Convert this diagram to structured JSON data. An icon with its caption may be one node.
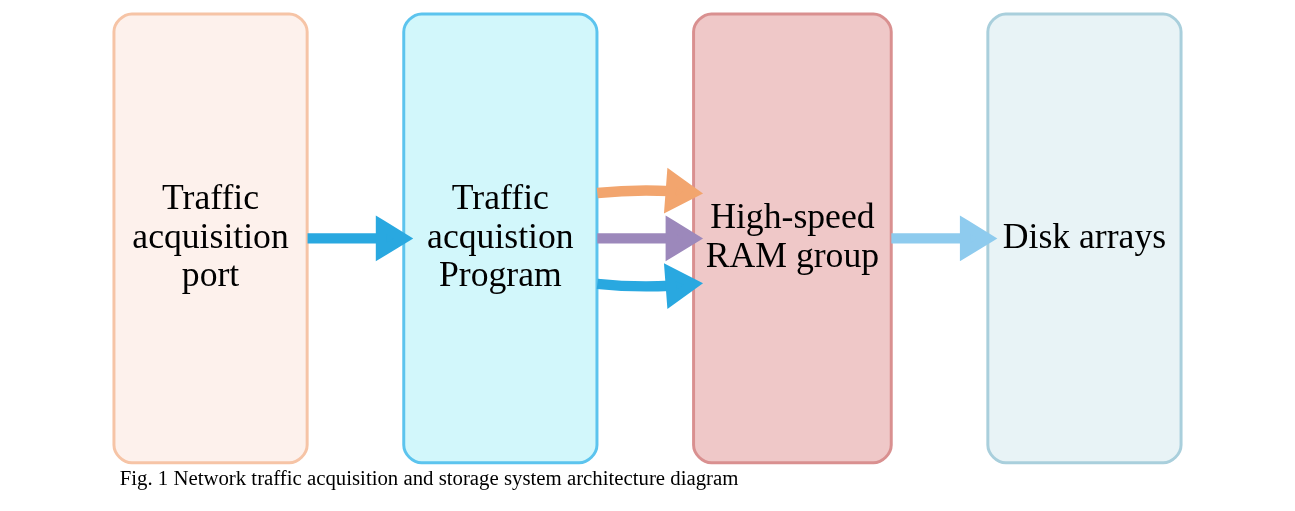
{
  "diagram": {
    "caption": "Fig. 1 Network traffic acquisition and storage system architecture diagram",
    "nodes": [
      {
        "text": [
          "Traffic acquisition port"
        ]
      },
      {
        "text": [
          "Traffic acquistion Program"
        ]
      },
      {
        "text": [
          "High-speed RAM group"
        ]
      },
      {
        "text": [
          "Disk arrays"
        ]
      }
    ],
    "edges": [
      {
        "from": 0,
        "to": 1,
        "arrow": "to"
      },
      {
        "from": 1,
        "to": 2,
        "arrow": "to"
      },
      {
        "from": 1,
        "to": 2,
        "arrow": "to",
        "color": "#9c88bb"
      },
      {
        "from": 1,
        "to": 2,
        "arrow": "to",
        "color": "#f2a56e"
      },
      {
        "from": 2,
        "to": 3,
        "arrow": "to",
        "color": "#8ecbee"
      }
    ]
  }
}
